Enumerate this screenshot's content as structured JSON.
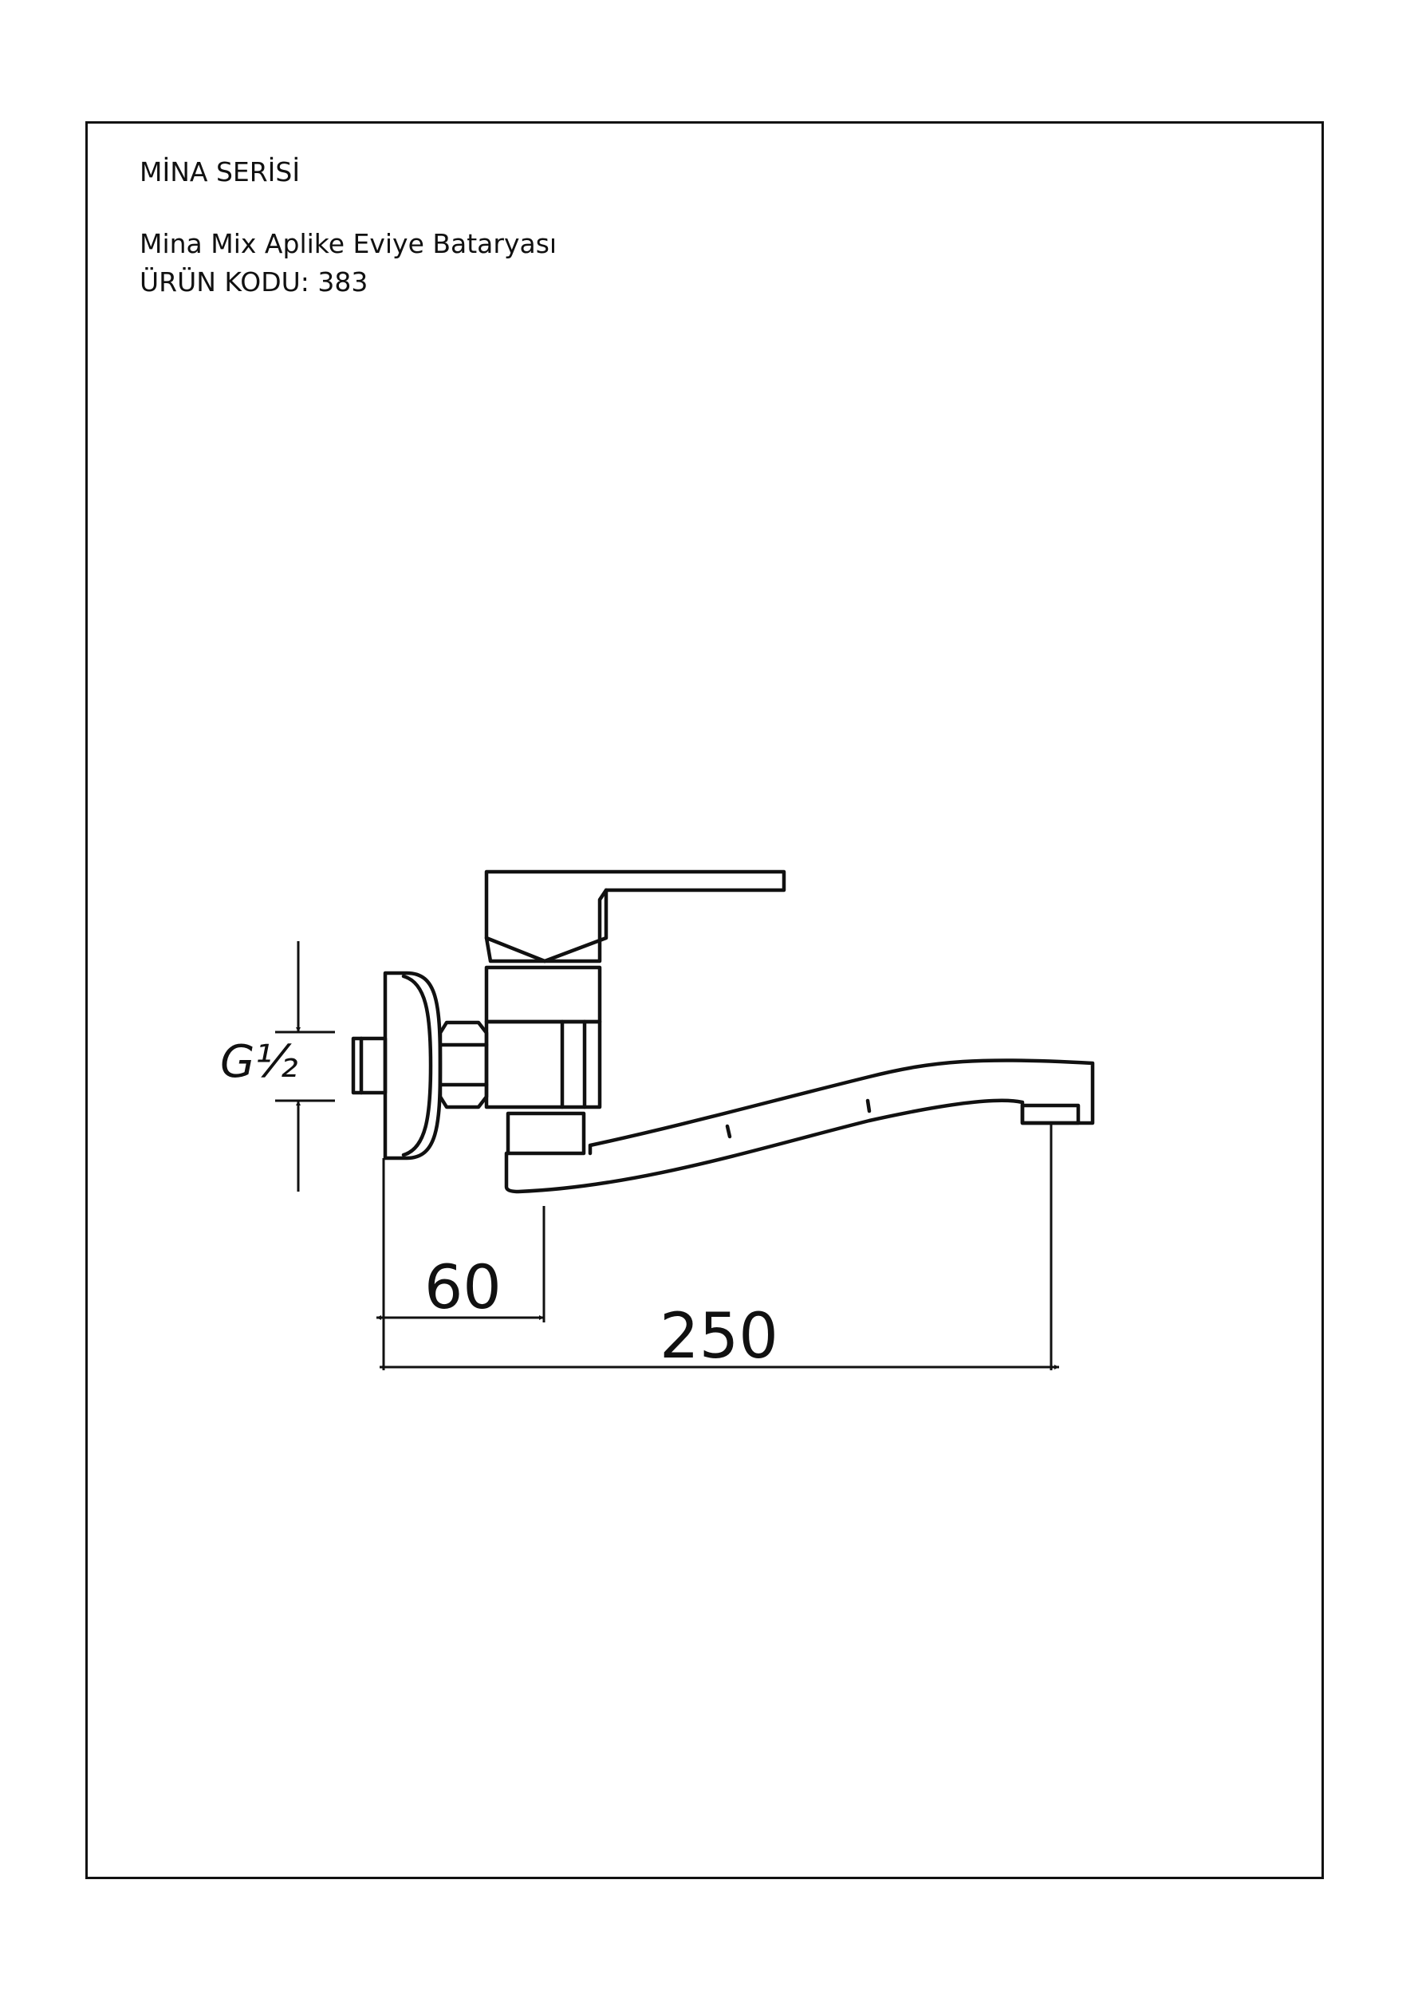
{
  "header": {
    "series": "MİNA SERİSİ",
    "product_name": "Mina Mix Aplike Eviye Bataryası",
    "product_code": "ÜRÜN KODU: 383"
  },
  "dimensions": {
    "thread": "G½",
    "wall_to_body": "60",
    "wall_to_spout": "250"
  },
  "colors": {
    "line": "#111111",
    "background": "#ffffff"
  }
}
